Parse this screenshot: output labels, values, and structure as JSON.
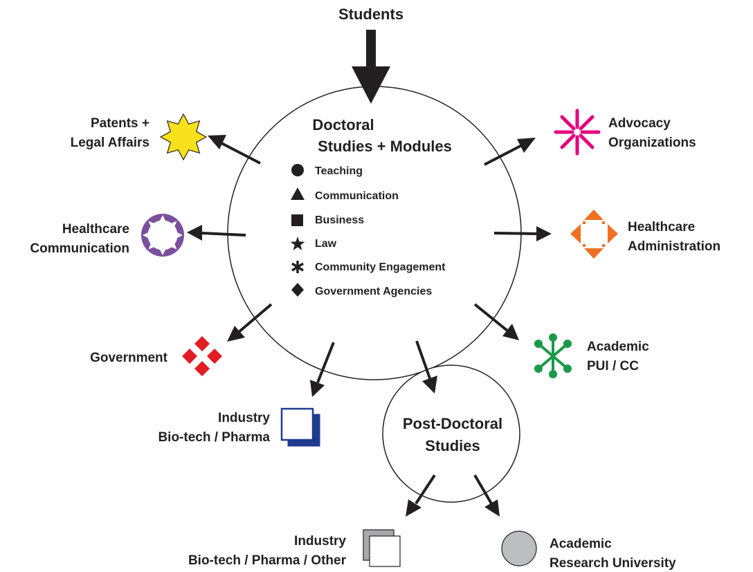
{
  "top_label": "Students",
  "doctoral": {
    "title_line1": "Doctoral",
    "title_line2": "Studies + Modules",
    "modules": [
      {
        "icon": "circle-icon",
        "label": "Teaching"
      },
      {
        "icon": "triangle-icon",
        "label": "Communication"
      },
      {
        "icon": "square-icon",
        "label": "Business"
      },
      {
        "icon": "star-icon",
        "label": "Law"
      },
      {
        "icon": "asterisk-icon",
        "label": "Community Engagement"
      },
      {
        "icon": "diamond-icon",
        "label": "Government Agencies"
      }
    ]
  },
  "postdoc": {
    "line1": "Post-Doctoral",
    "line2": "Studies"
  },
  "outcomes": {
    "patents": {
      "line1": "Patents +",
      "line2": "Legal Affairs",
      "color": "#f7e11b"
    },
    "advocacy": {
      "line1": "Advocacy",
      "line2": "Organizations",
      "color": "#e5007e"
    },
    "healthcare_comm": {
      "line1": "Healthcare",
      "line2": "Communication",
      "color": "#7b4f9d"
    },
    "healthcare_admin": {
      "line1": "Healthcare",
      "line2": "Administration",
      "color": "#f07022"
    },
    "government": {
      "line1": "Government",
      "color": "#e31b23"
    },
    "academic_pui": {
      "line1": "Academic",
      "line2": "PUI / CC",
      "color": "#1a9a48"
    },
    "industry_pharma": {
      "line1": "Industry",
      "line2": "Bio-tech / Pharma",
      "color": "#1d3b8f"
    },
    "industry_other": {
      "line1": "Industry",
      "line2": "Bio-tech / Pharma / Other",
      "color": "#a7a9ac"
    },
    "academic_research": {
      "line1": "Academic",
      "line2": "Research University",
      "color": "#bcbec0"
    }
  }
}
